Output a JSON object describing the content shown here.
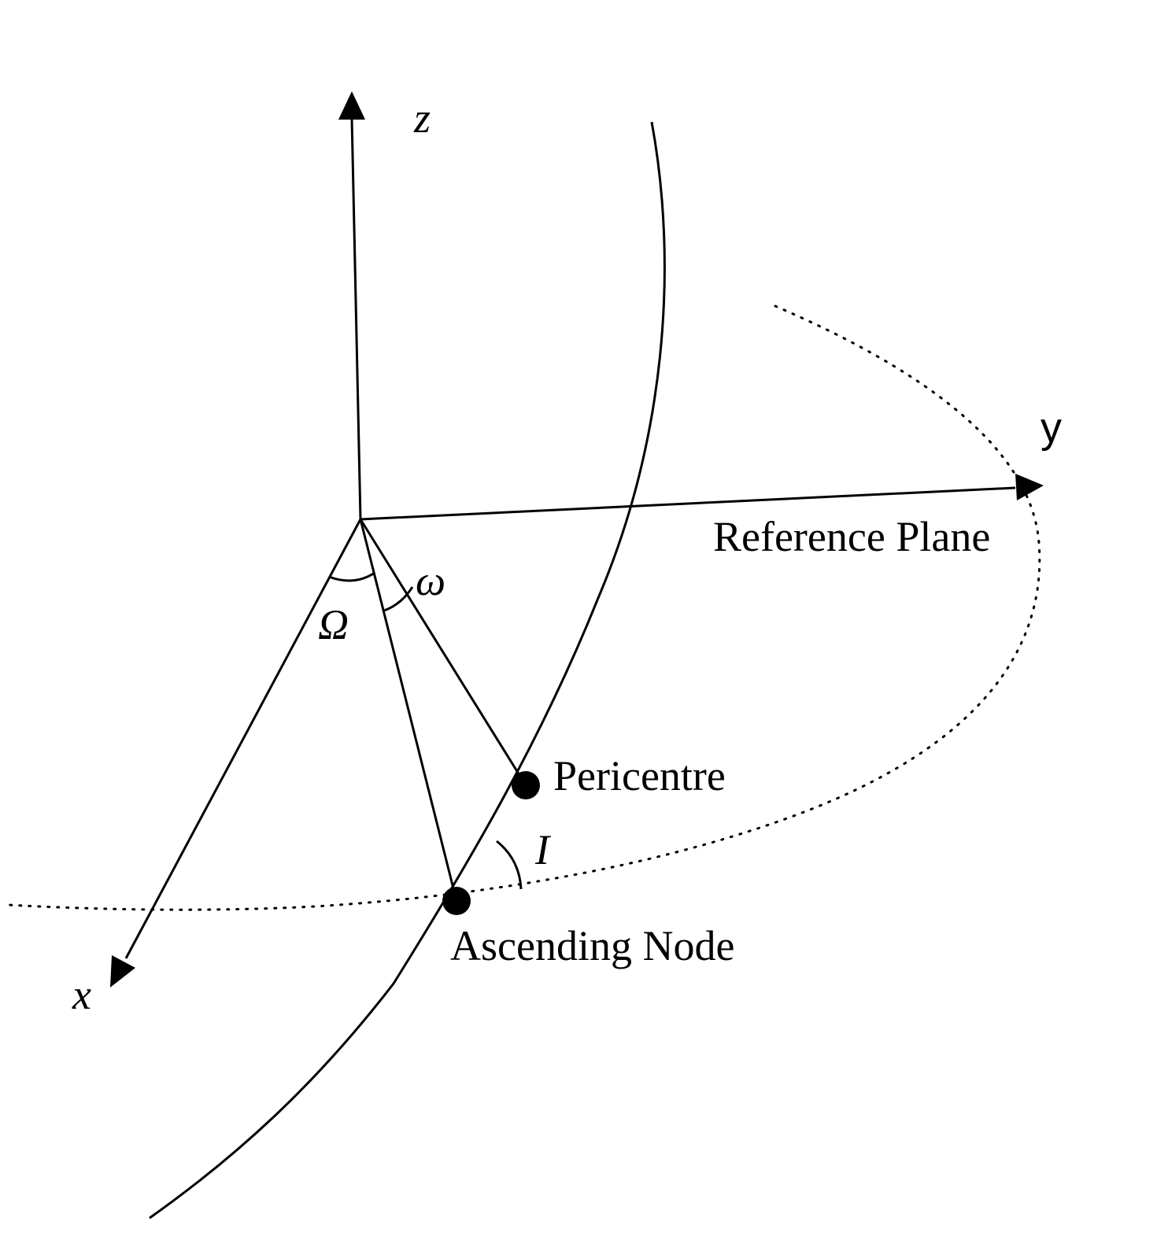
{
  "labels": {
    "z_axis": "z",
    "y_axis": "y",
    "x_axis": "x",
    "reference_plane": "Reference Plane",
    "omega_small": "ω",
    "omega_capital": "Ω",
    "inclination": "I",
    "pericentre": "Pericentre",
    "ascending_node": "Ascending Node"
  },
  "colors": {
    "ink": "#000000",
    "background": "#ffffff"
  }
}
